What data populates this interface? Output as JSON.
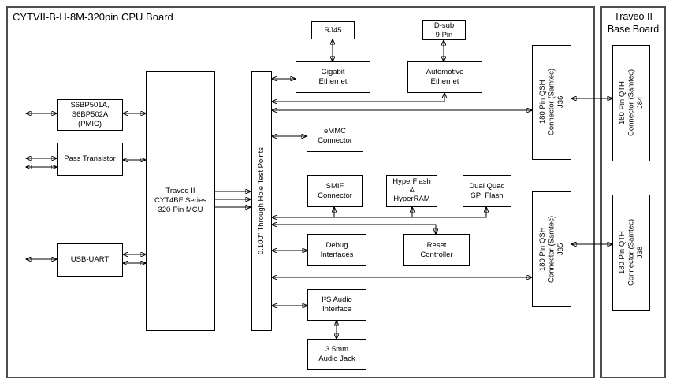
{
  "cpu_board": {
    "title": "CYTVII-B-H-8M-320pin CPU Board"
  },
  "base_board": {
    "title": "Traveo II\nBase Board"
  },
  "blocks": {
    "pmic": {
      "label": "S6BP501A,\nS6BP502A\n(PMIC)"
    },
    "pass_transistor": {
      "label": "Pass Transistor"
    },
    "usb_uart": {
      "label": "USB-UART"
    },
    "mcu": {
      "label": "Traveo II\nCYT4BF Series\n320-Pin MCU"
    },
    "test_points": {
      "label": "0.100\" Through Hole Test Points"
    },
    "rj45": {
      "label": "RJ45"
    },
    "dsub": {
      "label": "D-sub\n9 Pin"
    },
    "gigabit_ethernet": {
      "label": "Gigabit\nEthernet"
    },
    "automotive_ethernet": {
      "label": "Automotive\nEthernet"
    },
    "emmc": {
      "label": "eMMC\nConnector"
    },
    "smif": {
      "label": "SMIF\nConnector"
    },
    "hyperflash": {
      "label": "HyperFlash\n&\nHyperRAM"
    },
    "dual_quad": {
      "label": "Dual Quad\nSPI Flash"
    },
    "debug": {
      "label": "Debug\nInterfaces"
    },
    "reset": {
      "label": "Reset\nController"
    },
    "i2s": {
      "label": "I²S Audio\nInterface"
    },
    "audio_jack": {
      "label": "3.5mm\nAudio Jack"
    },
    "j36": {
      "label": "180 Pin QSH\nConnector (Samtec)\nJ36"
    },
    "j35": {
      "label": "180 Pin QSH\nConnector (Samtec)\nJ35"
    },
    "j84": {
      "label": "180 Pin QTH\nConnector (Samtec)\nJ84"
    },
    "j38": {
      "label": "180 Pin QTH\nConnector (Samtec)\nJ38"
    }
  },
  "colors": {
    "background": "#ffffff",
    "line": "#000000",
    "board_border": "#4d4d4d",
    "block_border": "#000000"
  }
}
